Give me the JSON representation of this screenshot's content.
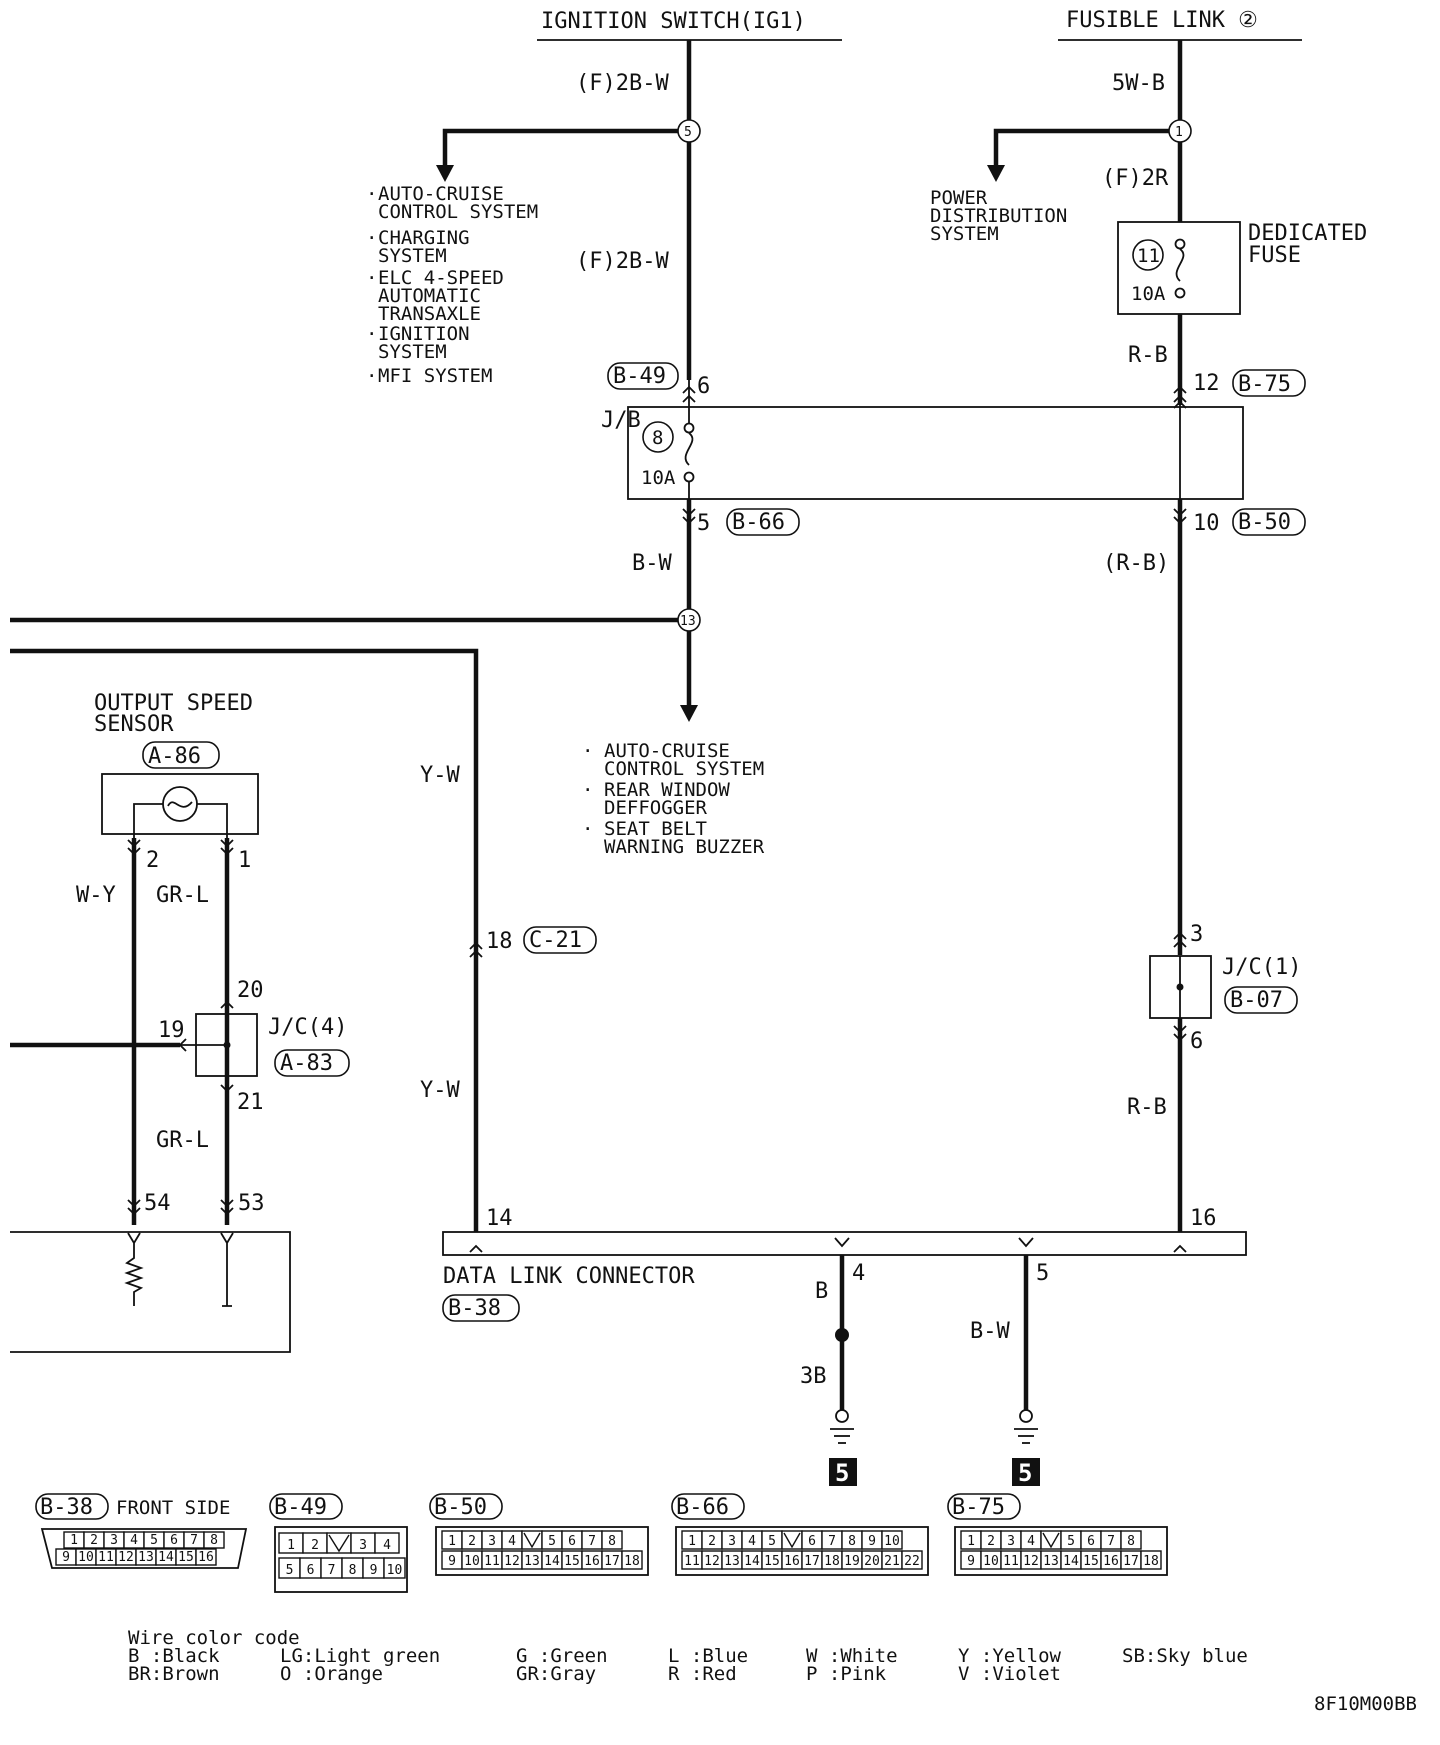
{
  "headers": {
    "ignition_switch": "IGNITION SWITCH(IG1)",
    "fusible_link": "FUSIBLE LINK ②"
  },
  "wires": {
    "ig_top": "(F)2B-W",
    "ig_mid": "(F)2B-W",
    "fl_top": "5W-B",
    "fl_mid": "(F)2R",
    "fuse_out": "R-B",
    "jb_out_left": "B-W",
    "jb_out_right": "(R-B)",
    "yw_upper": "Y-W",
    "yw_lower": "Y-W",
    "wy": "W-Y",
    "grl_upper": "GR-L",
    "grl_lower": "GR-L",
    "jc1_out": "R-B",
    "dlc_pin4": "B",
    "dlc_pin4_b": "3B",
    "dlc_pin5": "B-W"
  },
  "splices": {
    "s5": "5",
    "s1": "1",
    "s13": "13"
  },
  "systems_left": [
    "AUTO-CRUISE",
    "CONTROL SYSTEM",
    "CHARGING",
    "SYSTEM",
    "ELC 4-SPEED",
    "AUTOMATIC",
    "TRANSAXLE",
    "IGNITION",
    "SYSTEM",
    "MFI SYSTEM"
  ],
  "systems_right": [
    "POWER",
    "DISTRIBUTION",
    "SYSTEM"
  ],
  "systems_bottom": [
    "AUTO-CRUISE",
    "CONTROL SYSTEM",
    "REAR WINDOW",
    "DEFFOGGER",
    "SEAT BELT",
    "WARNING BUZZER"
  ],
  "dedicated_fuse": {
    "label_1": "DEDICATED",
    "label_2": "FUSE",
    "number": "11",
    "rating": "10A"
  },
  "jb": {
    "label": "J/B",
    "fuse_number": "8",
    "rating": "10A"
  },
  "connectors": {
    "b49": "B-49",
    "b75": "B-75",
    "b66": "B-66",
    "b50": "B-50",
    "a86": "A-86",
    "c21": "C-21",
    "a83": "A-83",
    "b07": "B-07",
    "b38": "B-38"
  },
  "pins": {
    "b49": "6",
    "b75": "12",
    "b66": "5",
    "b50": "10",
    "sensor_2": "2",
    "sensor_1": "1",
    "c21": "18",
    "jc4_in": "20",
    "jc4_side": "19",
    "jc4_out": "21",
    "ecu_54": "54",
    "ecu_53": "53",
    "jc1_in": "3",
    "jc1_out": "6",
    "dlc_14": "14",
    "dlc_16": "16",
    "dlc_4": "4",
    "dlc_5": "5"
  },
  "components": {
    "output_speed_sensor_1": "OUTPUT SPEED",
    "output_speed_sensor_2": "SENSOR",
    "jc4": "J/C(4)",
    "jc1": "J/C(1)",
    "dlc": "DATA LINK CONNECTOR",
    "ground_marker": "5"
  },
  "connector_views": {
    "b38_title": "FRONT SIDE",
    "b38_row1": [
      "1",
      "2",
      "3",
      "4",
      "5",
      "6",
      "7",
      "8"
    ],
    "b38_row2": [
      "9",
      "10",
      "11",
      "12",
      "13",
      "14",
      "15",
      "16"
    ],
    "b49_row1": [
      "1",
      "2",
      "",
      "3",
      "4"
    ],
    "b49_row2": [
      "5",
      "6",
      "7",
      "8",
      "9",
      "10"
    ],
    "b50_row1": [
      "1",
      "2",
      "3",
      "4",
      "",
      "5",
      "6",
      "7",
      "8"
    ],
    "b50_row2": [
      "9",
      "10",
      "11",
      "12",
      "13",
      "14",
      "15",
      "16",
      "17",
      "18"
    ],
    "b66_row1": [
      "1",
      "2",
      "3",
      "4",
      "5",
      "",
      "6",
      "7",
      "8",
      "9",
      "10"
    ],
    "b66_row2": [
      "11",
      "12",
      "13",
      "14",
      "15",
      "16",
      "17",
      "18",
      "19",
      "20",
      "21",
      "22"
    ],
    "b75_row1": [
      "1",
      "2",
      "3",
      "4",
      "",
      "5",
      "6",
      "7",
      "8"
    ],
    "b75_row2": [
      "9",
      "10",
      "11",
      "12",
      "13",
      "14",
      "15",
      "16",
      "17",
      "18"
    ]
  },
  "legend": {
    "title": "Wire color code",
    "items": [
      "B :Black",
      "BR:Brown",
      "LG:Light green",
      "O :Orange",
      "G :Green",
      "GR:Gray",
      "L :Blue",
      "R :Red",
      "W :White",
      "P :Pink",
      "Y :Yellow",
      "V :Violet",
      "SB:Sky blue"
    ]
  },
  "figure_code": "8F10M00BB"
}
